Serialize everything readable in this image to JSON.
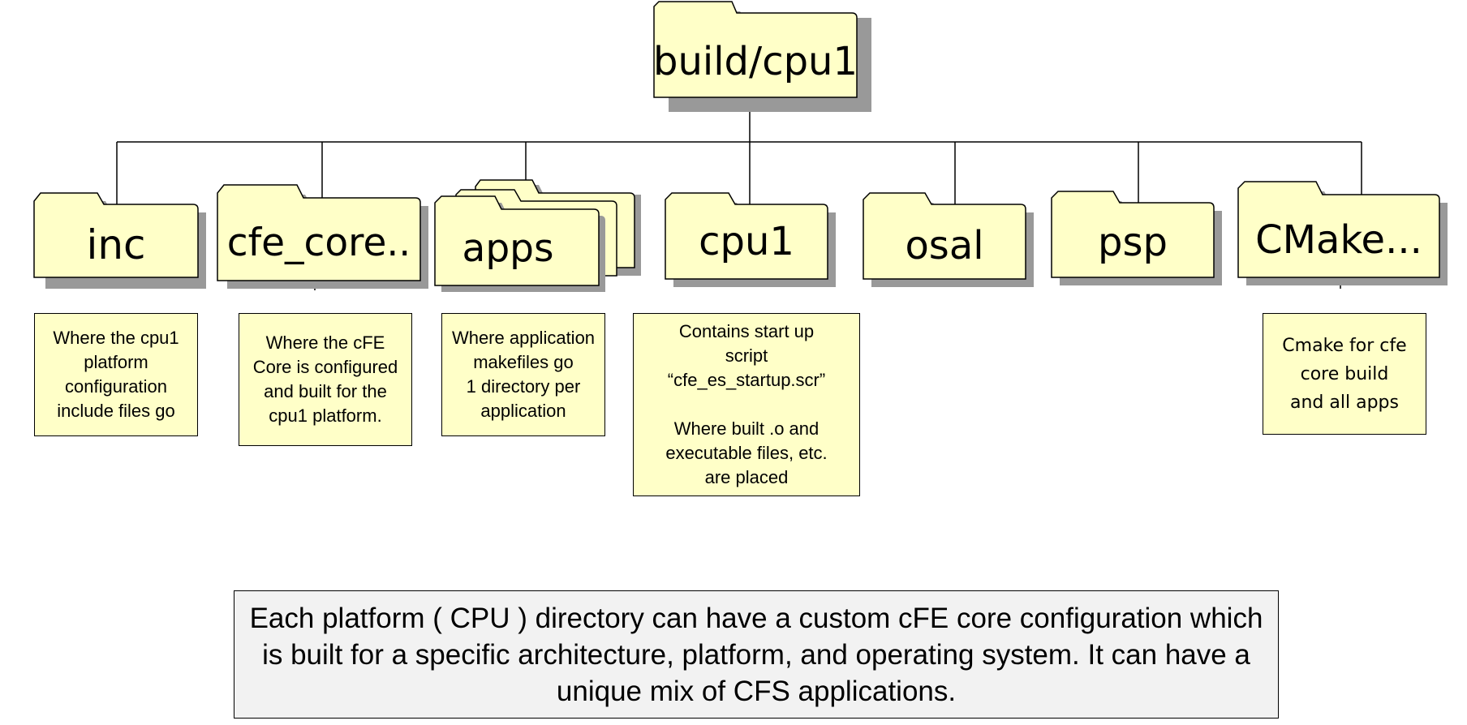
{
  "root": {
    "label": "build/cpu1"
  },
  "folders": [
    {
      "id": "inc",
      "label": "inc"
    },
    {
      "id": "cfe_core",
      "label": "cfe_core.."
    },
    {
      "id": "apps",
      "label": "apps"
    },
    {
      "id": "cpu1",
      "label": "cpu1"
    },
    {
      "id": "osal",
      "label": "osal"
    },
    {
      "id": "psp",
      "label": "psp"
    },
    {
      "id": "cmake",
      "label": "CMake..."
    }
  ],
  "descriptions": {
    "inc": "Where the cpu1\nplatform\nconfiguration\ninclude files go",
    "cfe_core": "Where the cFE\nCore is configured\nand built for the\ncpu1 platform.",
    "apps": "Where application\nmakefiles go\n1 directory per\napplication",
    "cpu1": "Contains start up\nscript\n“cfe_es_startup.scr”\n\nWhere built .o and\nexecutable files, etc.\nare placed",
    "cmake": "Cmake for cfe\ncore build\nand all apps"
  },
  "note": "Each platform ( CPU ) directory can have a custom cFE core configuration which is built for a specific architecture, platform, and operating system. It can have a unique mix of CFS applications.",
  "colors": {
    "folder_fill": "#ffffc8",
    "shadow": "#999999",
    "note_fill": "#f2f2f2",
    "line": "#000000"
  }
}
